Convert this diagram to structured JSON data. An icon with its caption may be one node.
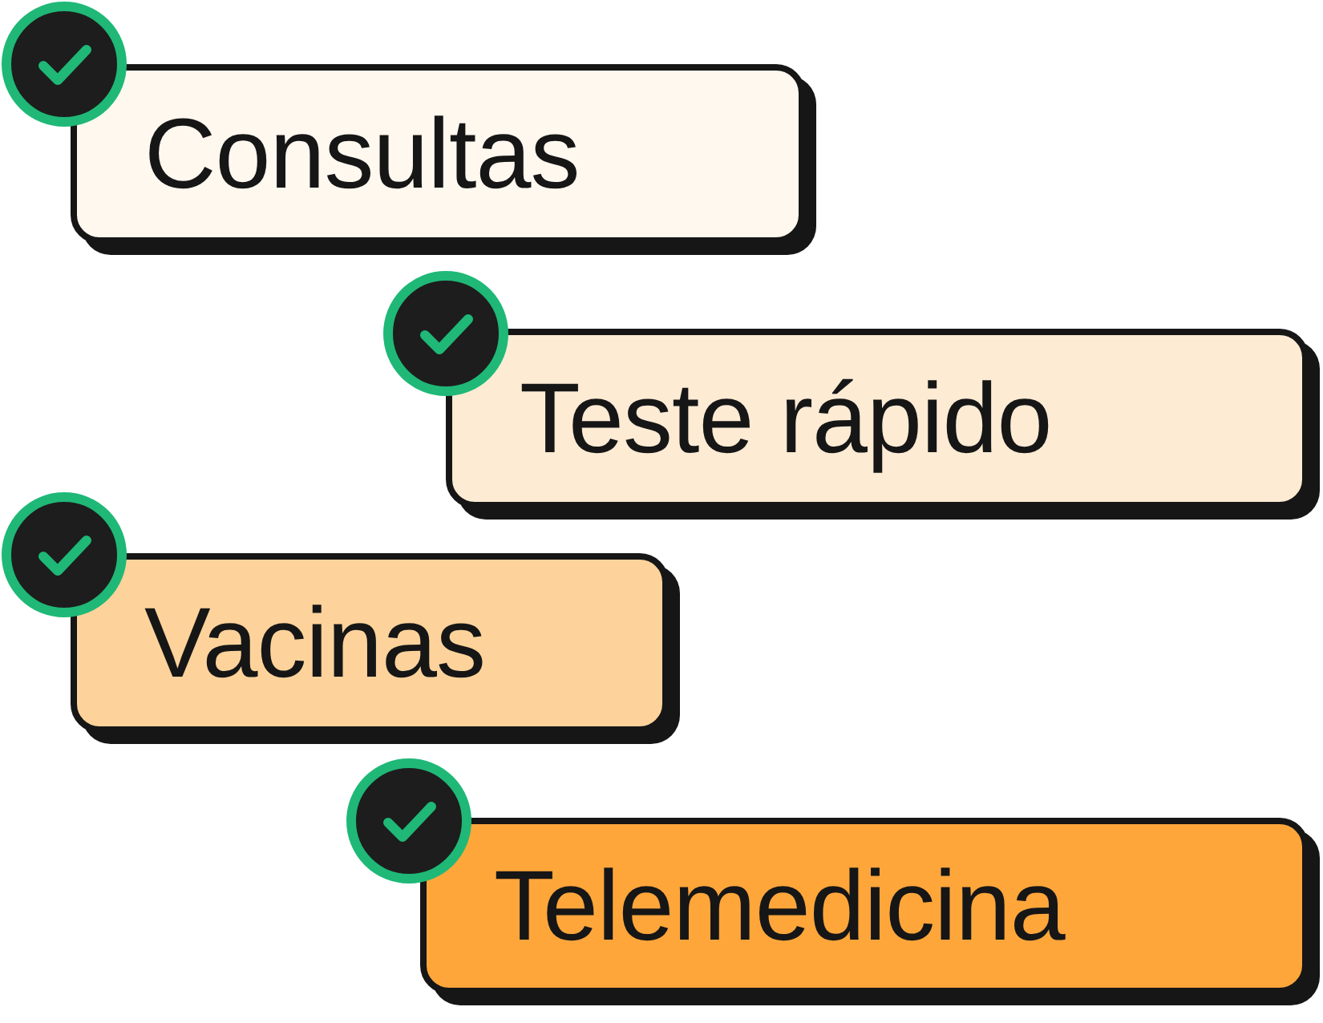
{
  "diagram": {
    "nodes": [
      {
        "text": [
          "Consultas"
        ]
      },
      {
        "text": [
          "Teste rápido"
        ]
      },
      {
        "text": [
          "Vacinas"
        ]
      },
      {
        "text": [
          "Telemedicina"
        ]
      }
    ]
  }
}
